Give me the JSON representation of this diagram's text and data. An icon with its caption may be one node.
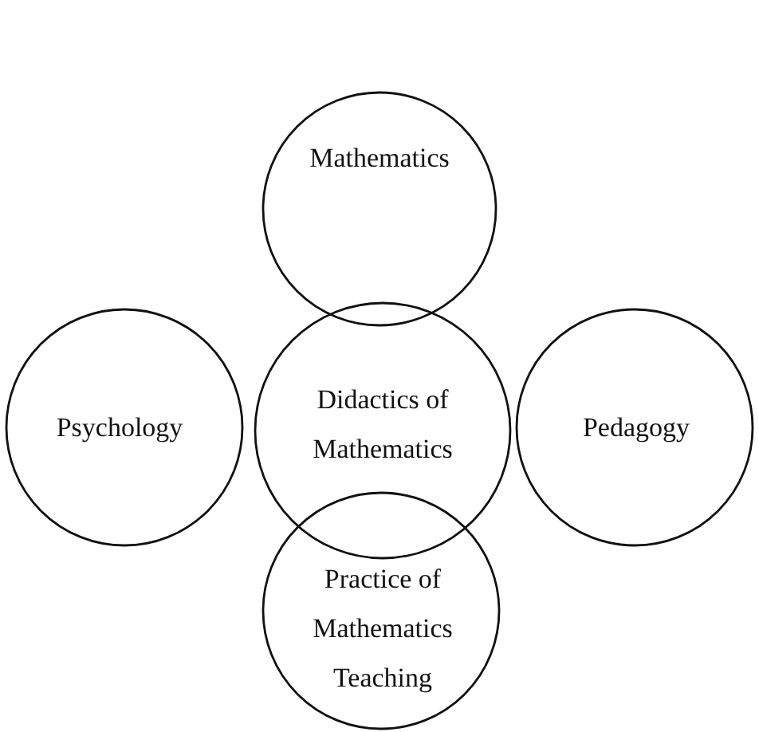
{
  "diagram": {
    "nodes": [
      {
        "text": [
          "Mathematics"
        ]
      },
      {
        "text": [
          "Psychology"
        ]
      },
      {
        "text": [
          "Didactics of Mathematics"
        ]
      },
      {
        "text": [
          "Pedagogy"
        ]
      },
      {
        "text": [
          "Practice of Mathematics Teaching"
        ]
      }
    ]
  }
}
